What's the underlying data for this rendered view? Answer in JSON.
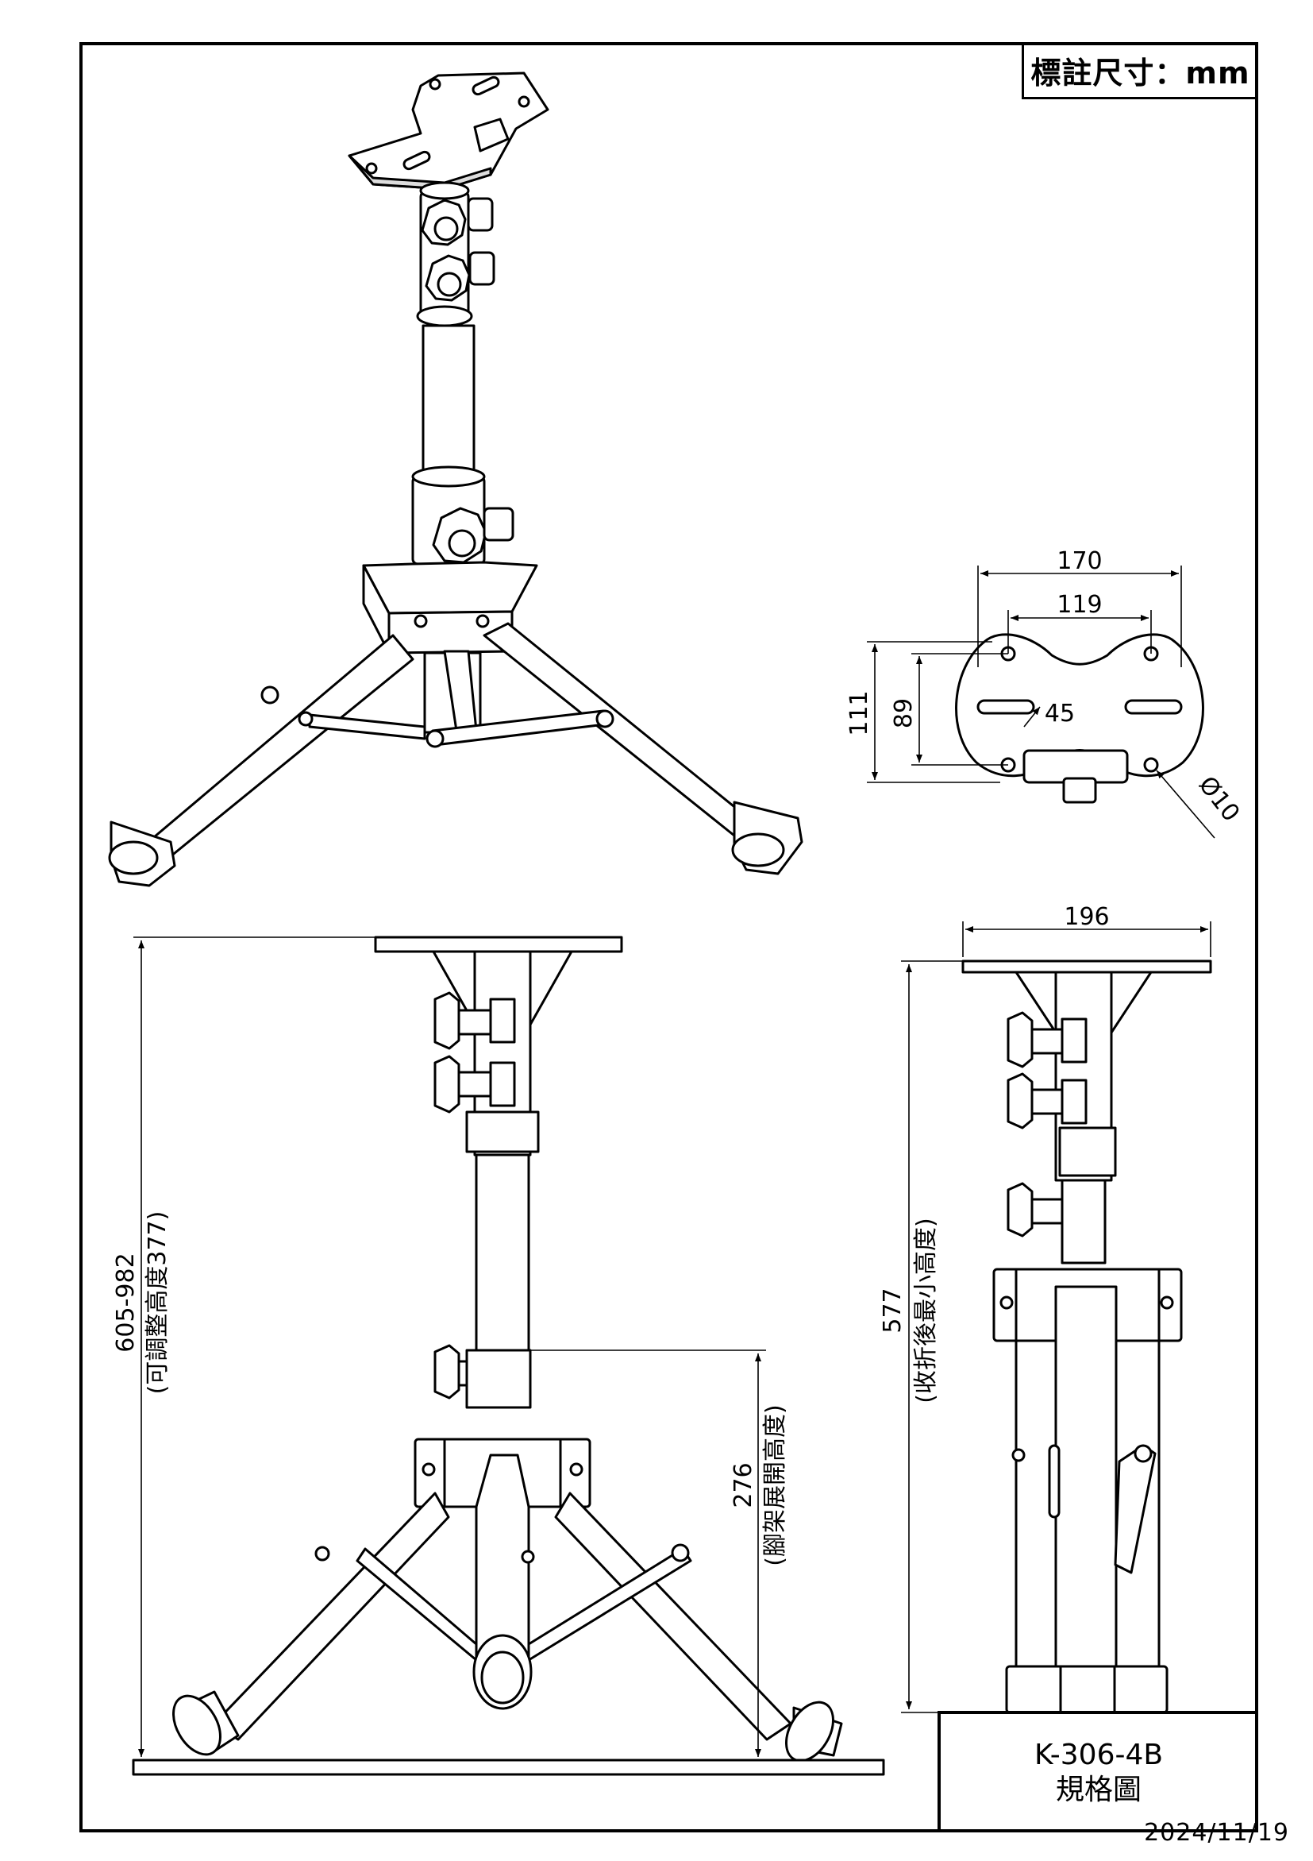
{
  "unit_label": "標註尺寸：mm",
  "title_block": {
    "model": "K-306-4B",
    "sheet_title": "規格圖"
  },
  "date": "2024/11/19",
  "dimensions": {
    "top_width": "170",
    "top_hole_spacing": "119",
    "top_depth": "111",
    "top_hole_depth": "89",
    "slot_length": "45",
    "hole_diameter": "Ø10",
    "side_width": "196",
    "front_height_range": "605-982",
    "front_height_note": "(可調整高度377)",
    "leg_height": "276",
    "leg_height_note": "(腳架展開高度)",
    "folded_height": "577",
    "folded_height_note": "(收折後最小高度)"
  }
}
